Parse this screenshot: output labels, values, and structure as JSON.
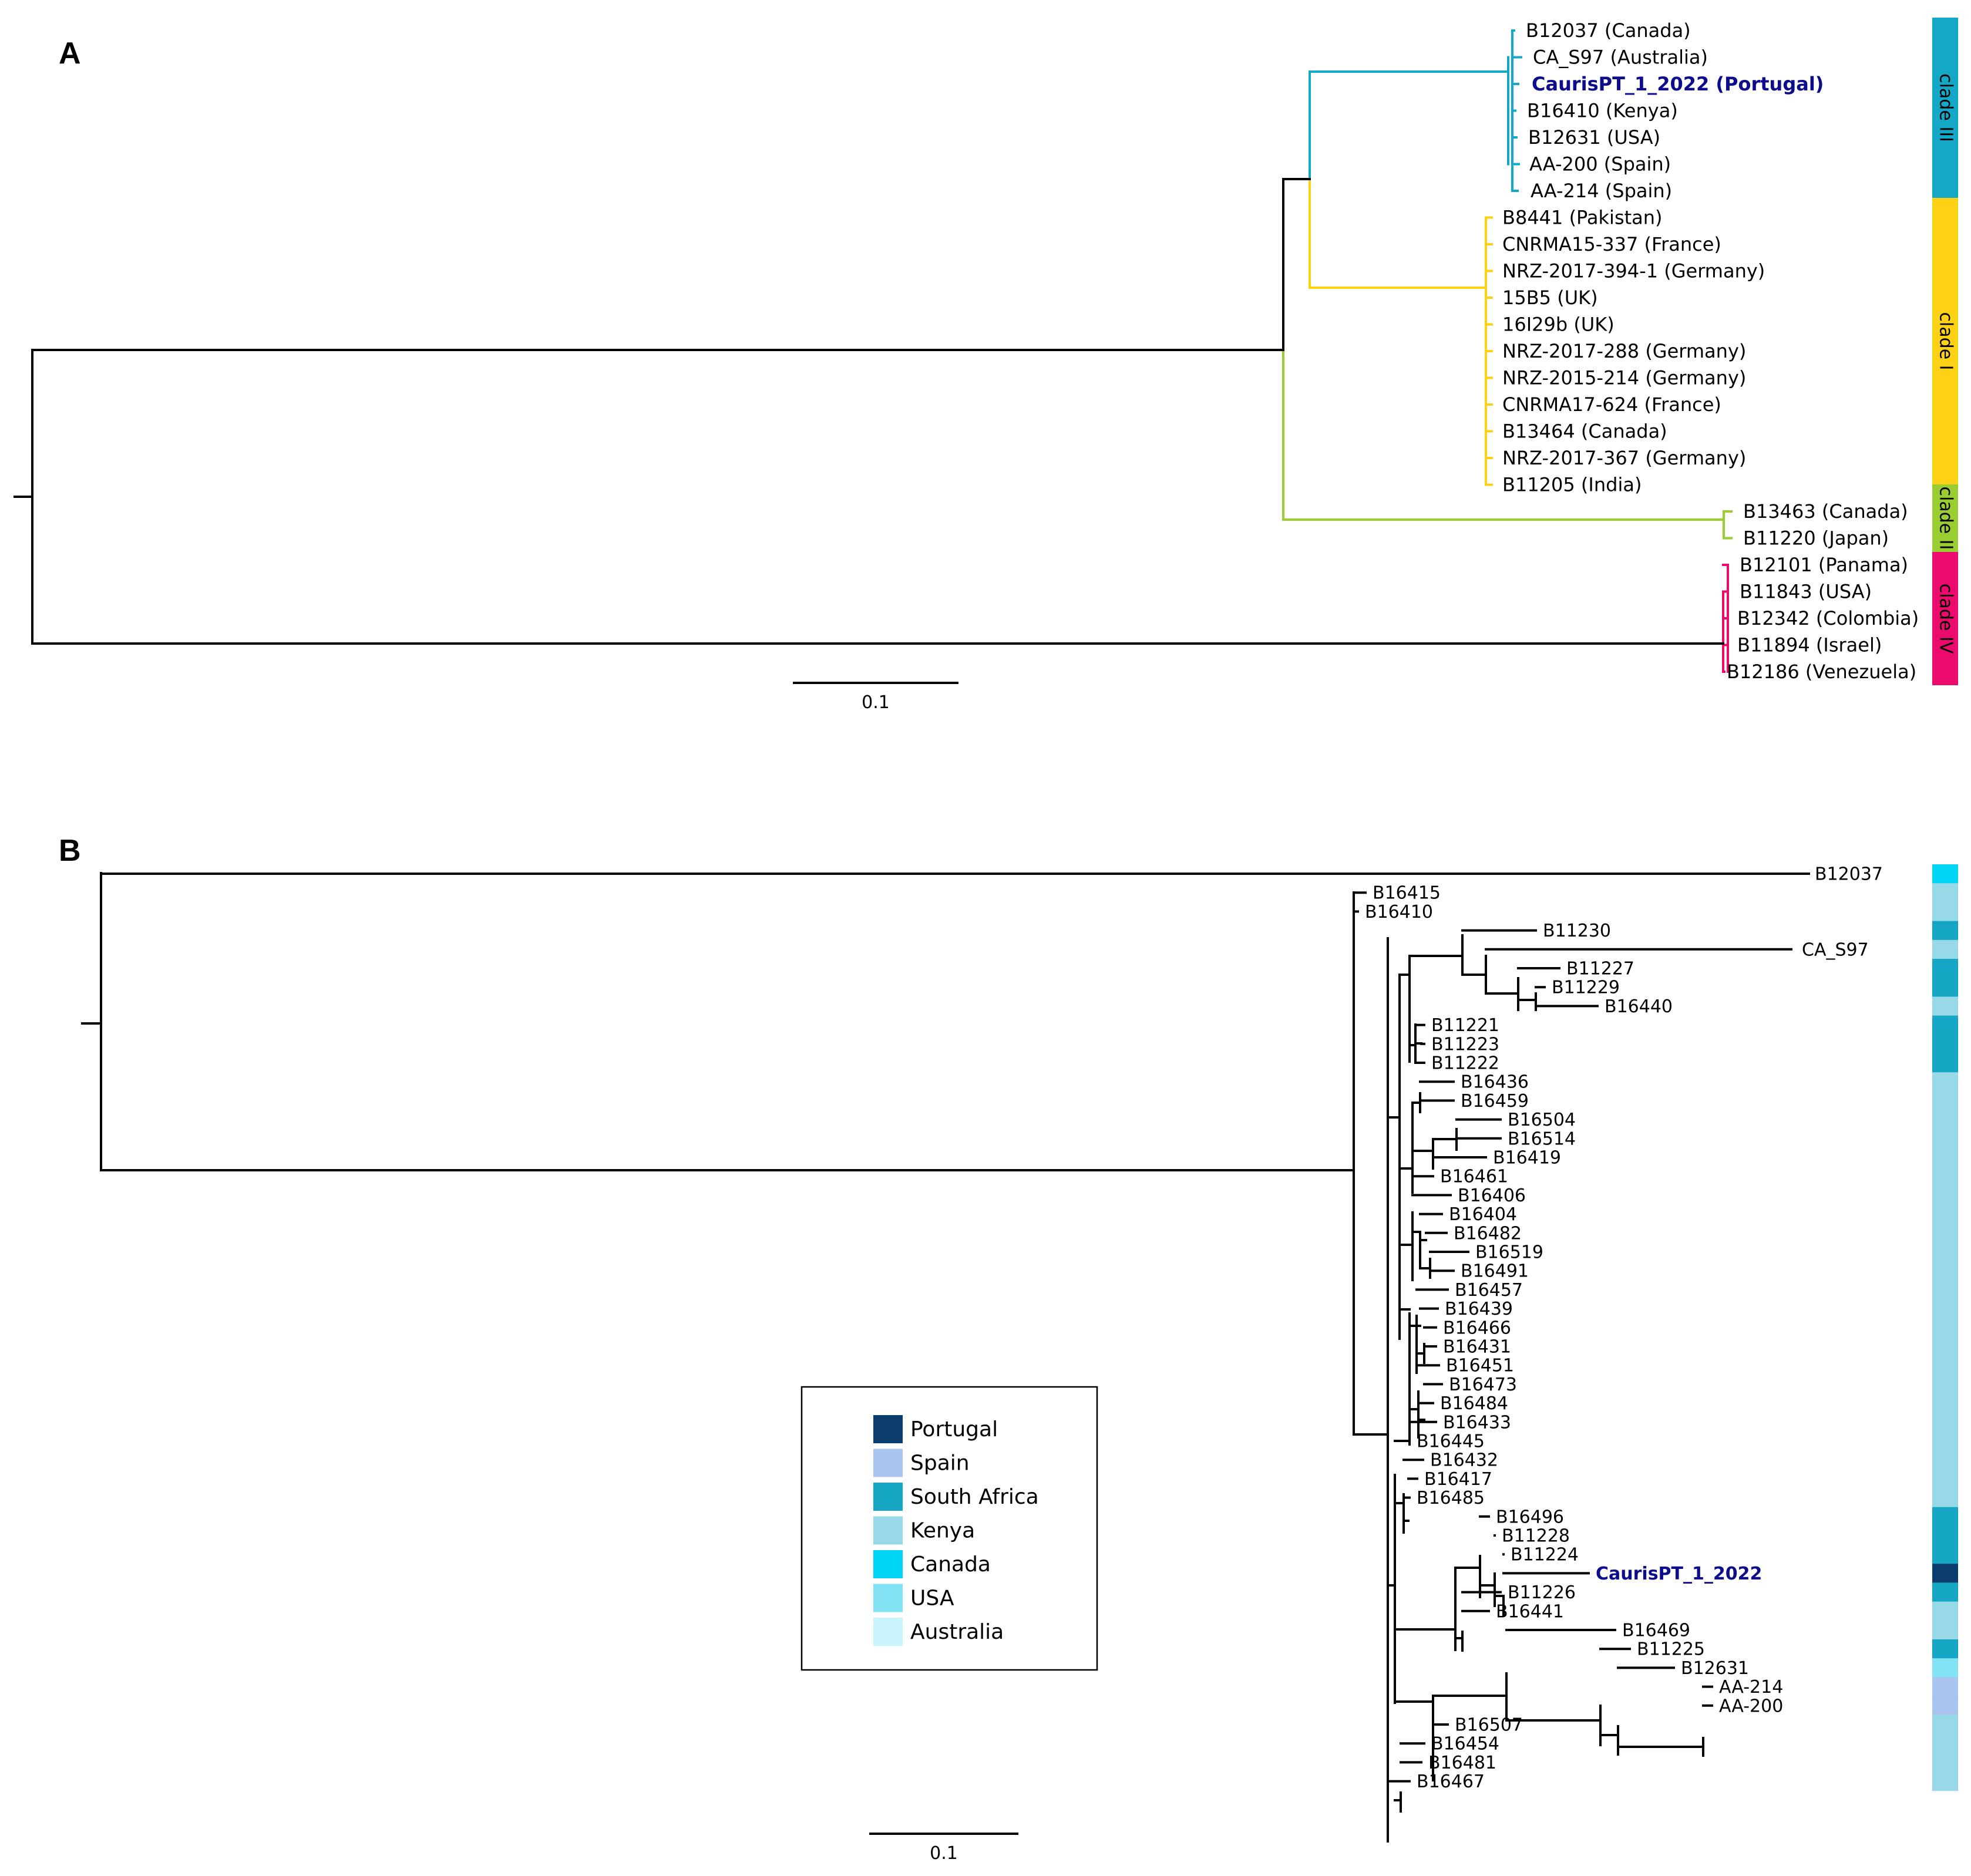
{
  "colors": {
    "clade_III": "#13a9c6",
    "clade_I": "#fcd116",
    "clade_II": "#9acd32",
    "clade_IV": "#ec0a6c",
    "highlight_text": "#0d0d8c",
    "Portugal": "#0b3c6e",
    "Spain": "#a9c4ee",
    "South Africa": "#14a6c3",
    "Kenya": "#97d9e6",
    "Canada": "#00d4f5",
    "USA": "#84e2f5",
    "Australia": "#c9f4fb"
  },
  "panelA": {
    "label": "A",
    "scale_label": "0.1",
    "clade_labels": [
      "clade III",
      "clade I",
      "clade II",
      "clade IV"
    ],
    "tips": [
      {
        "name": "B12037 (Canada)",
        "clade": "clade_III"
      },
      {
        "name": "CA_S97 (Australia)",
        "clade": "clade_III"
      },
      {
        "name": "CaurisPT_1_2022 (Portugal)",
        "clade": "clade_III",
        "highlight": true
      },
      {
        "name": "B16410 (Kenya)",
        "clade": "clade_III"
      },
      {
        "name": "B12631 (USA)",
        "clade": "clade_III"
      },
      {
        "name": "AA-200 (Spain)",
        "clade": "clade_III"
      },
      {
        "name": "AA-214 (Spain)",
        "clade": "clade_III"
      },
      {
        "name": "B8441 (Pakistan)",
        "clade": "clade_I"
      },
      {
        "name": "CNRMA15-337 (France)",
        "clade": "clade_I"
      },
      {
        "name": "NRZ-2017-394-1 (Germany)",
        "clade": "clade_I"
      },
      {
        "name": "15B5 (UK)",
        "clade": "clade_I"
      },
      {
        "name": "16I29b (UK)",
        "clade": "clade_I"
      },
      {
        "name": "NRZ-2017-288 (Germany)",
        "clade": "clade_I"
      },
      {
        "name": "NRZ-2015-214 (Germany)",
        "clade": "clade_I"
      },
      {
        "name": "CNRMA17-624 (France)",
        "clade": "clade_I"
      },
      {
        "name": "B13464 (Canada)",
        "clade": "clade_I"
      },
      {
        "name": "NRZ-2017-367 (Germany)",
        "clade": "clade_I"
      },
      {
        "name": "B11205 (India)",
        "clade": "clade_I"
      },
      {
        "name": "B13463 (Canada)",
        "clade": "clade_II"
      },
      {
        "name": "B11220 (Japan)",
        "clade": "clade_II"
      },
      {
        "name": "B12101 (Panama)",
        "clade": "clade_IV"
      },
      {
        "name": "B11843 (USA)",
        "clade": "clade_IV"
      },
      {
        "name": "B12342 (Colombia)",
        "clade": "clade_IV"
      },
      {
        "name": "B11894 (Israel)",
        "clade": "clade_IV"
      },
      {
        "name": "B12186 (Venezuela)",
        "clade": "clade_IV"
      }
    ]
  },
  "panelB": {
    "label": "B",
    "scale_label": "0.1",
    "legend": [
      "Portugal",
      "Spain",
      "South Africa",
      "Kenya",
      "Canada",
      "USA",
      "Australia"
    ],
    "tips": [
      {
        "name": "B12037",
        "country": "Canada"
      },
      {
        "name": "B16415",
        "country": "Kenya"
      },
      {
        "name": "B16410",
        "country": "Kenya"
      },
      {
        "name": "B11230",
        "country": "South Africa"
      },
      {
        "name": "CA_S97",
        "country": "Kenya"
      },
      {
        "name": "B11227",
        "country": "South Africa"
      },
      {
        "name": "B11229",
        "country": "South Africa"
      },
      {
        "name": "B16440",
        "country": "Kenya"
      },
      {
        "name": "B11221",
        "country": "South Africa"
      },
      {
        "name": "B11223",
        "country": "South Africa"
      },
      {
        "name": "B11222",
        "country": "South Africa"
      },
      {
        "name": "B16436",
        "country": "Kenya"
      },
      {
        "name": "B16459",
        "country": "Kenya"
      },
      {
        "name": "B16504",
        "country": "Kenya"
      },
      {
        "name": "B16514",
        "country": "Kenya"
      },
      {
        "name": "B16419",
        "country": "Kenya"
      },
      {
        "name": "B16461",
        "country": "Kenya"
      },
      {
        "name": "B16406",
        "country": "Kenya"
      },
      {
        "name": "B16404",
        "country": "Kenya"
      },
      {
        "name": "B16482",
        "country": "Kenya"
      },
      {
        "name": "B16519",
        "country": "Kenya"
      },
      {
        "name": "B16491",
        "country": "Kenya"
      },
      {
        "name": "B16457",
        "country": "Kenya"
      },
      {
        "name": "B16439",
        "country": "Kenya"
      },
      {
        "name": "B16466",
        "country": "Kenya"
      },
      {
        "name": "B16431",
        "country": "Kenya"
      },
      {
        "name": "B16451",
        "country": "Kenya"
      },
      {
        "name": "B16473",
        "country": "Kenya"
      },
      {
        "name": "B16484",
        "country": "Kenya"
      },
      {
        "name": "B16433",
        "country": "Kenya"
      },
      {
        "name": "B16445",
        "country": "Kenya"
      },
      {
        "name": "B16432",
        "country": "Kenya"
      },
      {
        "name": "B16417",
        "country": "Kenya"
      },
      {
        "name": "B16485",
        "country": "Kenya"
      },
      {
        "name": "B16496",
        "country": "South Africa"
      },
      {
        "name": "B11228",
        "country": "South Africa"
      },
      {
        "name": "B11224",
        "country": "South Africa"
      },
      {
        "name": "CaurisPT_1_2022",
        "country": "Portugal",
        "highlight": true
      },
      {
        "name": "B11226",
        "country": "South Africa"
      },
      {
        "name": "B16441",
        "country": "Kenya"
      },
      {
        "name": "B16469",
        "country": "Kenya"
      },
      {
        "name": "B11225",
        "country": "South Africa"
      },
      {
        "name": "B12631",
        "country": "USA"
      },
      {
        "name": "AA-214",
        "country": "Spain"
      },
      {
        "name": "AA-200",
        "country": "Spain"
      },
      {
        "name": "B16507",
        "country": "Kenya"
      },
      {
        "name": "B16454",
        "country": "Kenya"
      },
      {
        "name": "B16481",
        "country": "Kenya"
      },
      {
        "name": "B16467",
        "country": "Kenya"
      }
    ]
  }
}
